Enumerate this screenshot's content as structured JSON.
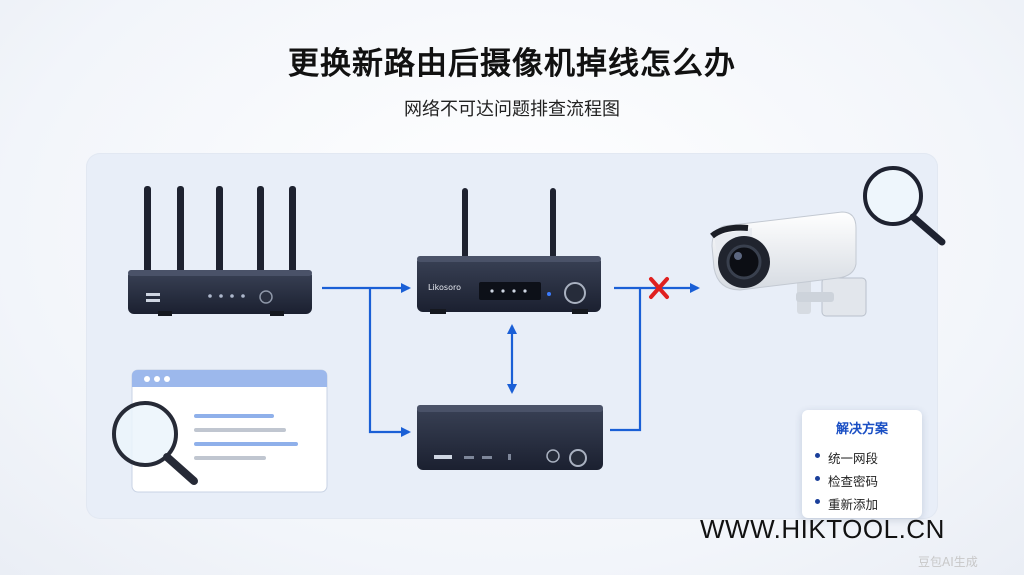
{
  "header": {
    "title": "更换新路由后摄像机掉线怎么办",
    "subtitle": "网络不可达问题排查流程图"
  },
  "diagram": {
    "devices": {
      "router_brand": "Likosoro"
    },
    "link_status": {
      "to_camera": "blocked"
    },
    "colors": {
      "arrow": "#1a5fd6",
      "blocked_mark": "#e02020",
      "device_body": "#22293a"
    }
  },
  "solutions": {
    "title": "解决方案",
    "items": [
      "统一网段",
      "检查密码",
      "重新添加"
    ]
  },
  "footer": {
    "site": "WWW.HIKTOOL.CN",
    "ai_label": "豆包AI生成"
  }
}
